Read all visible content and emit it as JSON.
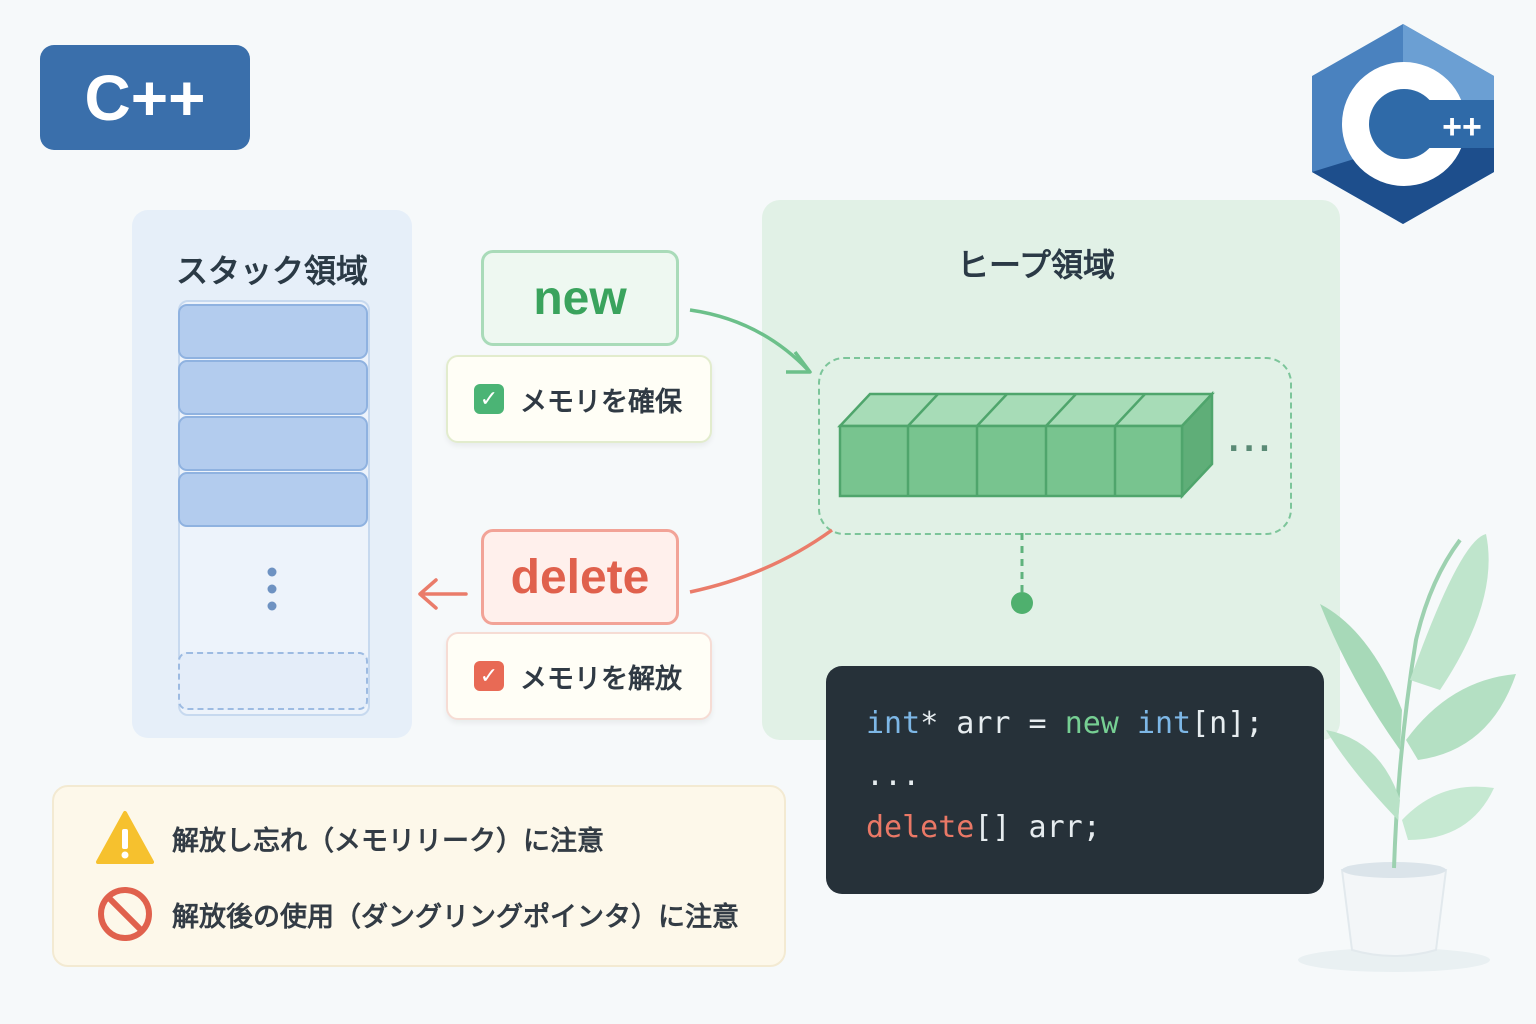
{
  "badge": {
    "label": "C++"
  },
  "logo": {
    "letter": "C",
    "plus": "++",
    "colors": {
      "light": "#6b9fd3",
      "mid": "#4a82bf",
      "dark": "#1d4e8c"
    }
  },
  "stack": {
    "title": "スタック領域",
    "filled_slots": 4
  },
  "heap": {
    "title": "ヒープ領域",
    "cells": 5,
    "ellipsis": "..."
  },
  "new_op": {
    "keyword": "new",
    "note": "メモリを確保",
    "check": "✓",
    "color": "#3aa35d"
  },
  "delete_op": {
    "keyword": "delete",
    "note": "メモリを解放",
    "check": "✓",
    "color": "#e0614d"
  },
  "code": {
    "line1": {
      "type1": "int",
      "rest1": "* arr = ",
      "new_kw": "new",
      "sp": " ",
      "type2": "int",
      "rest2": "[n];"
    },
    "line2": "...",
    "line3": {
      "del_kw": "delete",
      "rest": "[] arr;"
    }
  },
  "warnings": {
    "leak": "解放し忘れ（メモリリーク）に注意",
    "dangling": "解放後の使用（ダングリングポインタ）に注意"
  }
}
